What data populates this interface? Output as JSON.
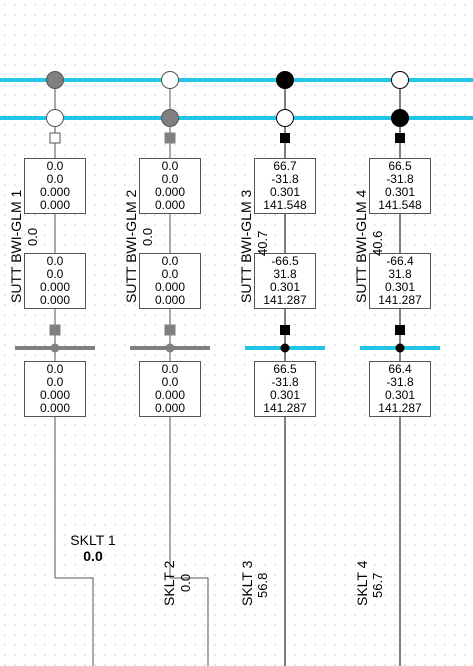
{
  "colors": {
    "bus": "#22c6e6",
    "dead": "#808080",
    "line": "#000000",
    "box_border": "#555555"
  },
  "feeders": [
    {
      "name": "SUTT BWI-GLM 1",
      "flow_value": "0.0",
      "energized": false,
      "top_flow": [
        "0.0",
        "0.0",
        "0.000",
        "0.000"
      ],
      "mid_flow": [
        "0.0",
        "0.0",
        "0.000",
        "0.000"
      ],
      "bot_flow": [
        "0.0",
        "0.0",
        "0.000",
        "0.000"
      ],
      "load_name": "SKLT 1",
      "load_value": "0.0"
    },
    {
      "name": "SUTT BWI-GLM 2",
      "flow_value": "0.0",
      "energized": false,
      "top_flow": [
        "0.0",
        "0.0",
        "0.000",
        "0.000"
      ],
      "mid_flow": [
        "0.0",
        "0.0",
        "0.000",
        "0.000"
      ],
      "bot_flow": [
        "0.0",
        "0.0",
        "0.000",
        "0.000"
      ],
      "load_name": "SKLT 2",
      "load_value": "0.0"
    },
    {
      "name": "SUTT BWI-GLM 3",
      "flow_value": "40.7",
      "energized": true,
      "top_flow": [
        "66.7",
        "-31.8",
        "0.301",
        "141.548"
      ],
      "mid_flow": [
        "-66.5",
        "31.8",
        "0.301",
        "141.287"
      ],
      "bot_flow": [
        "66.5",
        "-31.8",
        "0.301",
        "141.287"
      ],
      "load_name": "SKLT 3",
      "load_value": "56.8"
    },
    {
      "name": "SUTT BWI-GLM 4",
      "flow_value": "40.6",
      "energized": true,
      "top_flow": [
        "66.5",
        "-31.8",
        "0.301",
        "141.548"
      ],
      "mid_flow": [
        "-66.4",
        "31.8",
        "0.301",
        "141.287"
      ],
      "bot_flow": [
        "66.4",
        "-31.8",
        "0.301",
        "141.287"
      ],
      "load_name": "SKLT 4",
      "load_value": "56.7"
    }
  ]
}
